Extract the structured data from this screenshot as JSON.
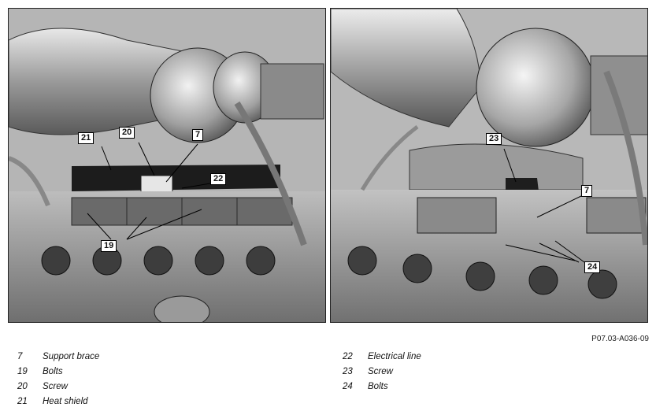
{
  "figure": {
    "reference": "P07.03-A036-09",
    "left_callouts": [
      "21",
      "20",
      "7",
      "22",
      "19"
    ],
    "right_callouts": [
      "23",
      "7",
      "24"
    ]
  },
  "legend": {
    "left": [
      {
        "num": "7",
        "text": "Support brace"
      },
      {
        "num": "19",
        "text": "Bolts"
      },
      {
        "num": "20",
        "text": "Screw"
      },
      {
        "num": "21",
        "text": "Heat shield"
      }
    ],
    "right": [
      {
        "num": "22",
        "text": "Electrical line"
      },
      {
        "num": "23",
        "text": "Screw"
      },
      {
        "num": "24",
        "text": "Bolts"
      }
    ]
  }
}
